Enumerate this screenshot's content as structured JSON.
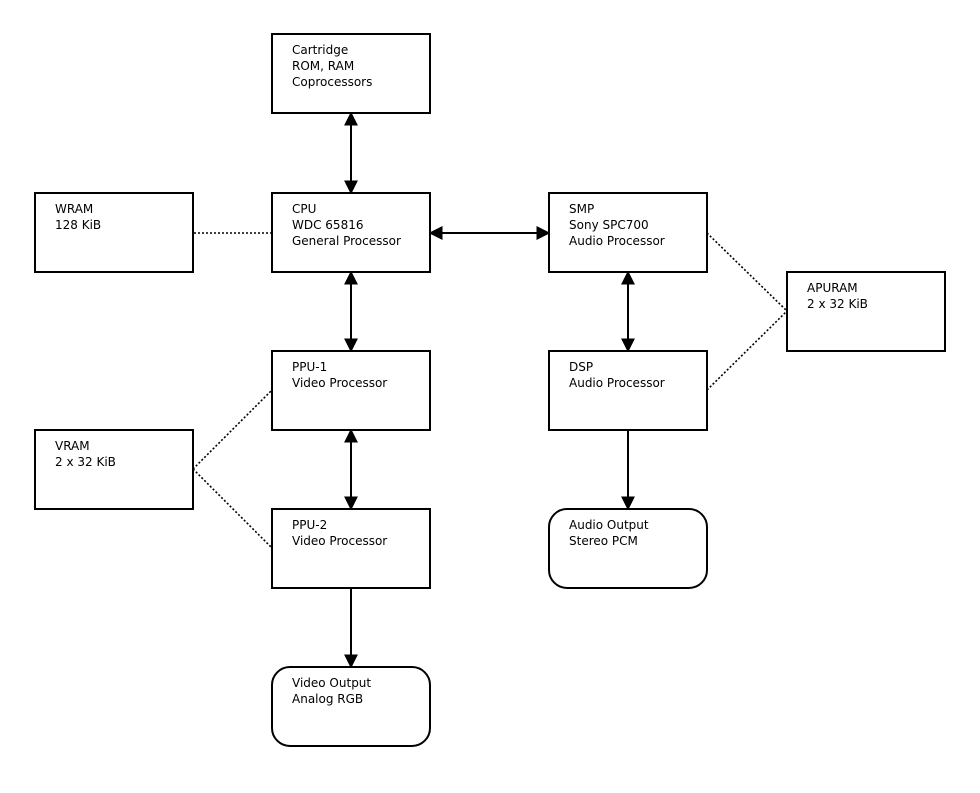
{
  "diagram": {
    "nodes": [
      {
        "id": "cartridge",
        "lines": [
          "Cartridge",
          "ROM, RAM",
          "Coprocessors"
        ],
        "shape": "rect"
      },
      {
        "id": "wram",
        "lines": [
          "WRAM",
          "128 KiB"
        ],
        "shape": "rect"
      },
      {
        "id": "cpu",
        "lines": [
          "CPU",
          "WDC 65816",
          "General Processor"
        ],
        "shape": "rect"
      },
      {
        "id": "smp",
        "lines": [
          "SMP",
          "Sony SPC700",
          "Audio Processor"
        ],
        "shape": "rect"
      },
      {
        "id": "apuram",
        "lines": [
          "APURAM",
          "2 x 32 KiB"
        ],
        "shape": "rect"
      },
      {
        "id": "ppu1",
        "lines": [
          "PPU-1",
          "Video Processor"
        ],
        "shape": "rect"
      },
      {
        "id": "dsp",
        "lines": [
          "DSP",
          "Audio Processor"
        ],
        "shape": "rect"
      },
      {
        "id": "vram",
        "lines": [
          "VRAM",
          "2 x 32 KiB"
        ],
        "shape": "rect"
      },
      {
        "id": "ppu2",
        "lines": [
          "PPU-2",
          "Video Processor"
        ],
        "shape": "rect"
      },
      {
        "id": "audio_out",
        "lines": [
          "Audio Output",
          "Stereo PCM"
        ],
        "shape": "rounded"
      },
      {
        "id": "video_out",
        "lines": [
          "Video Output",
          "Analog RGB"
        ],
        "shape": "rounded"
      }
    ],
    "edges": [
      {
        "from": "cartridge",
        "to": "cpu",
        "style": "solid",
        "arrows": "both"
      },
      {
        "from": "cpu",
        "to": "wram",
        "style": "dotted",
        "arrows": "none"
      },
      {
        "from": "cpu",
        "to": "smp",
        "style": "solid",
        "arrows": "both"
      },
      {
        "from": "cpu",
        "to": "ppu1",
        "style": "solid",
        "arrows": "both"
      },
      {
        "from": "smp",
        "to": "dsp",
        "style": "solid",
        "arrows": "both"
      },
      {
        "from": "smp",
        "to": "apuram",
        "style": "dotted",
        "arrows": "none"
      },
      {
        "from": "dsp",
        "to": "apuram",
        "style": "dotted",
        "arrows": "none"
      },
      {
        "from": "ppu1",
        "to": "ppu2",
        "style": "solid",
        "arrows": "both"
      },
      {
        "from": "vram",
        "to": "ppu1",
        "style": "dotted",
        "arrows": "none"
      },
      {
        "from": "vram",
        "to": "ppu2",
        "style": "dotted",
        "arrows": "none"
      },
      {
        "from": "dsp",
        "to": "audio_out",
        "style": "solid",
        "arrows": "end"
      },
      {
        "from": "ppu2",
        "to": "video_out",
        "style": "solid",
        "arrows": "end"
      }
    ]
  }
}
